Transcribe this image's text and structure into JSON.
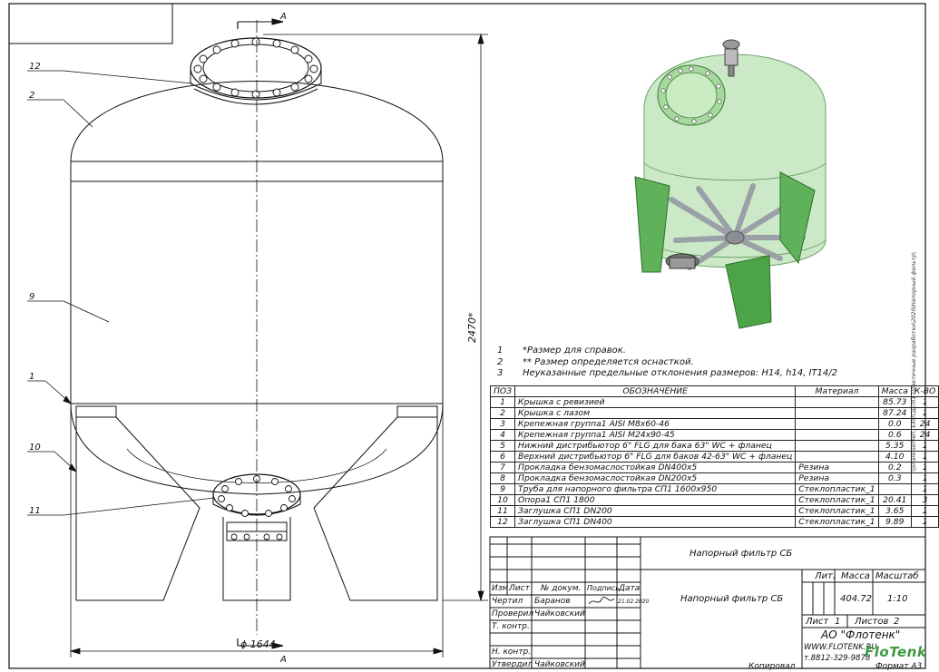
{
  "drawing": {
    "section_marks": [
      "А",
      "А"
    ],
    "dimensions": {
      "height": "2470*",
      "diameter": "ϕ 1644"
    },
    "leaders": [
      "12",
      "2",
      "9",
      "1",
      "10",
      "11"
    ]
  },
  "notes": [
    {
      "num": "1",
      "text": "*Размер для справок."
    },
    {
      "num": "2",
      "text": "** Размер определяется оснасткой."
    },
    {
      "num": "3",
      "text": "Неуказанные предельные отклонения размеров: H14, h14, IT14/2"
    }
  ],
  "spec": {
    "headers": [
      "ПОЗ",
      "ОБОЗНАЧЕНИЕ",
      "Материал",
      "Масса",
      "К-ВО"
    ],
    "rows": [
      {
        "pos": "1",
        "name": "Крышка с ревизией",
        "material": "",
        "mass": "85.73",
        "qty": "1"
      },
      {
        "pos": "2",
        "name": "Крышка с лазом",
        "material": "",
        "mass": "87.24",
        "qty": "1"
      },
      {
        "pos": "3",
        "name": "Крепежная группа1 AISI M8x60-46",
        "material": "",
        "mass": "0.0",
        "qty": "24"
      },
      {
        "pos": "4",
        "name": "Крепежная группа1 AISI M24x90-45",
        "material": "",
        "mass": "0.6",
        "qty": "24"
      },
      {
        "pos": "5",
        "name": "Нижний дистрибьютор 6\" FLG для бака 63\" WC + фланец",
        "material": "",
        "mass": "5.35",
        "qty": "1"
      },
      {
        "pos": "6",
        "name": "Верхний дистрибьютор 6\" FLG для баков 42-63\" WC + фланец",
        "material": "",
        "mass": "4.10",
        "qty": "1"
      },
      {
        "pos": "7",
        "name": "Прокладка бензомаслостойкая DN400x5",
        "material": "Резина",
        "mass": "0.2",
        "qty": "1"
      },
      {
        "pos": "8",
        "name": "Прокладка бензомаслостойкая DN200x5",
        "material": "Резина",
        "mass": "0.3",
        "qty": "1"
      },
      {
        "pos": "9",
        "name": "Труба для напорного фильтра СП1 1600x950",
        "material": "Стеклопластик_1",
        "mass": "",
        "qty": "1"
      },
      {
        "pos": "10",
        "name": "Опора1 СП1 1800",
        "material": "Стеклопластик_1",
        "mass": "20.41",
        "qty": "3"
      },
      {
        "pos": "11",
        "name": "Заглушка СП1 DN200",
        "material": "Стеклопластик_1",
        "mass": "3.65",
        "qty": "1"
      },
      {
        "pos": "12",
        "name": "Заглушка СП1 DN400",
        "material": "Стеклопластик_1",
        "mass": "9.89",
        "qty": "1"
      }
    ]
  },
  "title_block": {
    "doc_title_top": "Напорный фильтр СБ",
    "doc_title": "Напорный фильтр СБ",
    "col_headers": [
      "Изм.",
      "Лист",
      "№ докум.",
      "Подпись",
      "Дата"
    ],
    "roles": [
      {
        "role": "Чертил",
        "name": "Баранов",
        "date": "21.02.2020"
      },
      {
        "role": "Проверил",
        "name": "Чайковский",
        "date": ""
      },
      {
        "role": "Т. контр.",
        "name": "",
        "date": ""
      },
      {
        "role": "Н. контр.",
        "name": "",
        "date": ""
      },
      {
        "role": "Утвердил",
        "name": "Чайковский",
        "date": ""
      }
    ],
    "lit_label": "Лит.",
    "mass_label": "Масса",
    "scale_label": "Масштаб",
    "mass_value": "404.72",
    "scale_value": "1:10",
    "sheet_label": "Лист",
    "sheet_num": "1",
    "sheets_label": "Листов",
    "sheets_num": "2",
    "company": "АО \"Флотенк\"",
    "website": "WWW.FLOTENK.RU",
    "phone": "т.8812-329-9878",
    "logo_text": "FloTenk",
    "copied": "Копировал",
    "format": "Формат А3",
    "side_path": "\\\\Share-server\\ТЕХОТДЕЛ\\1-Практичные разработки\\2020\\Напорный фильтр\\"
  },
  "colors": {
    "tank_green": "#7fc77a",
    "green_dark": "#3e9a3e",
    "line": "#111111"
  }
}
